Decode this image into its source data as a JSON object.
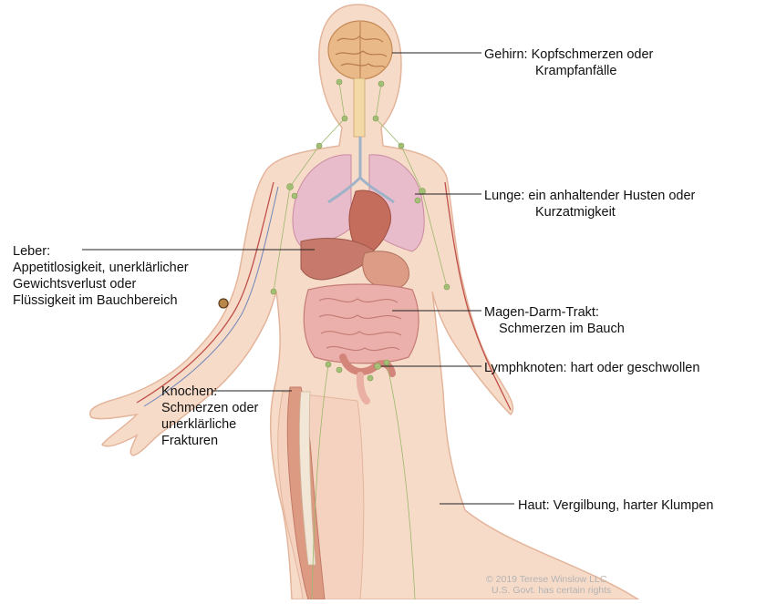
{
  "labels": {
    "brain": {
      "line1": "Gehirn: Kopfschmerzen oder",
      "line2": "Krampfanfälle"
    },
    "lung": {
      "line1": "Lunge: ein anhaltender Husten oder",
      "line2": "Kurzatmigkeit"
    },
    "liver": {
      "line1": "Leber:",
      "line2": "Appetitlosigkeit, unerklärlicher",
      "line3": "Gewichtsverlust oder",
      "line4": "Flüssigkeit im Bauchbereich"
    },
    "gi": {
      "line1": "Magen-Darm-Trakt:",
      "line2": "Schmerzen im Bauch"
    },
    "lymph": {
      "line1": "Lymphknoten: hart oder geschwollen"
    },
    "bone": {
      "line1": "Knochen:",
      "line2": "Schmerzen oder",
      "line3": "unerklärliche",
      "line4": "Frakturen"
    },
    "skin": {
      "line1": "Haut: Vergilbung, harter Klumpen"
    }
  },
  "credit": {
    "line1": "© 2019 Terese Winslow LLC",
    "line2": "U.S. Govt. has certain rights"
  },
  "colors": {
    "skin": "#f6d7c4",
    "skin_outline": "#e5b79d",
    "brain": "#e8b987",
    "lung": "#e8b5c4",
    "liver": "#c9786b",
    "stomach": "#d99a86",
    "intestine": "#e7a9a4",
    "colon": "#d8867c",
    "muscle": "#d98f79",
    "vessel_red": "#c0504a",
    "lymph_green": "#9ab86a",
    "leader": "#222222"
  }
}
